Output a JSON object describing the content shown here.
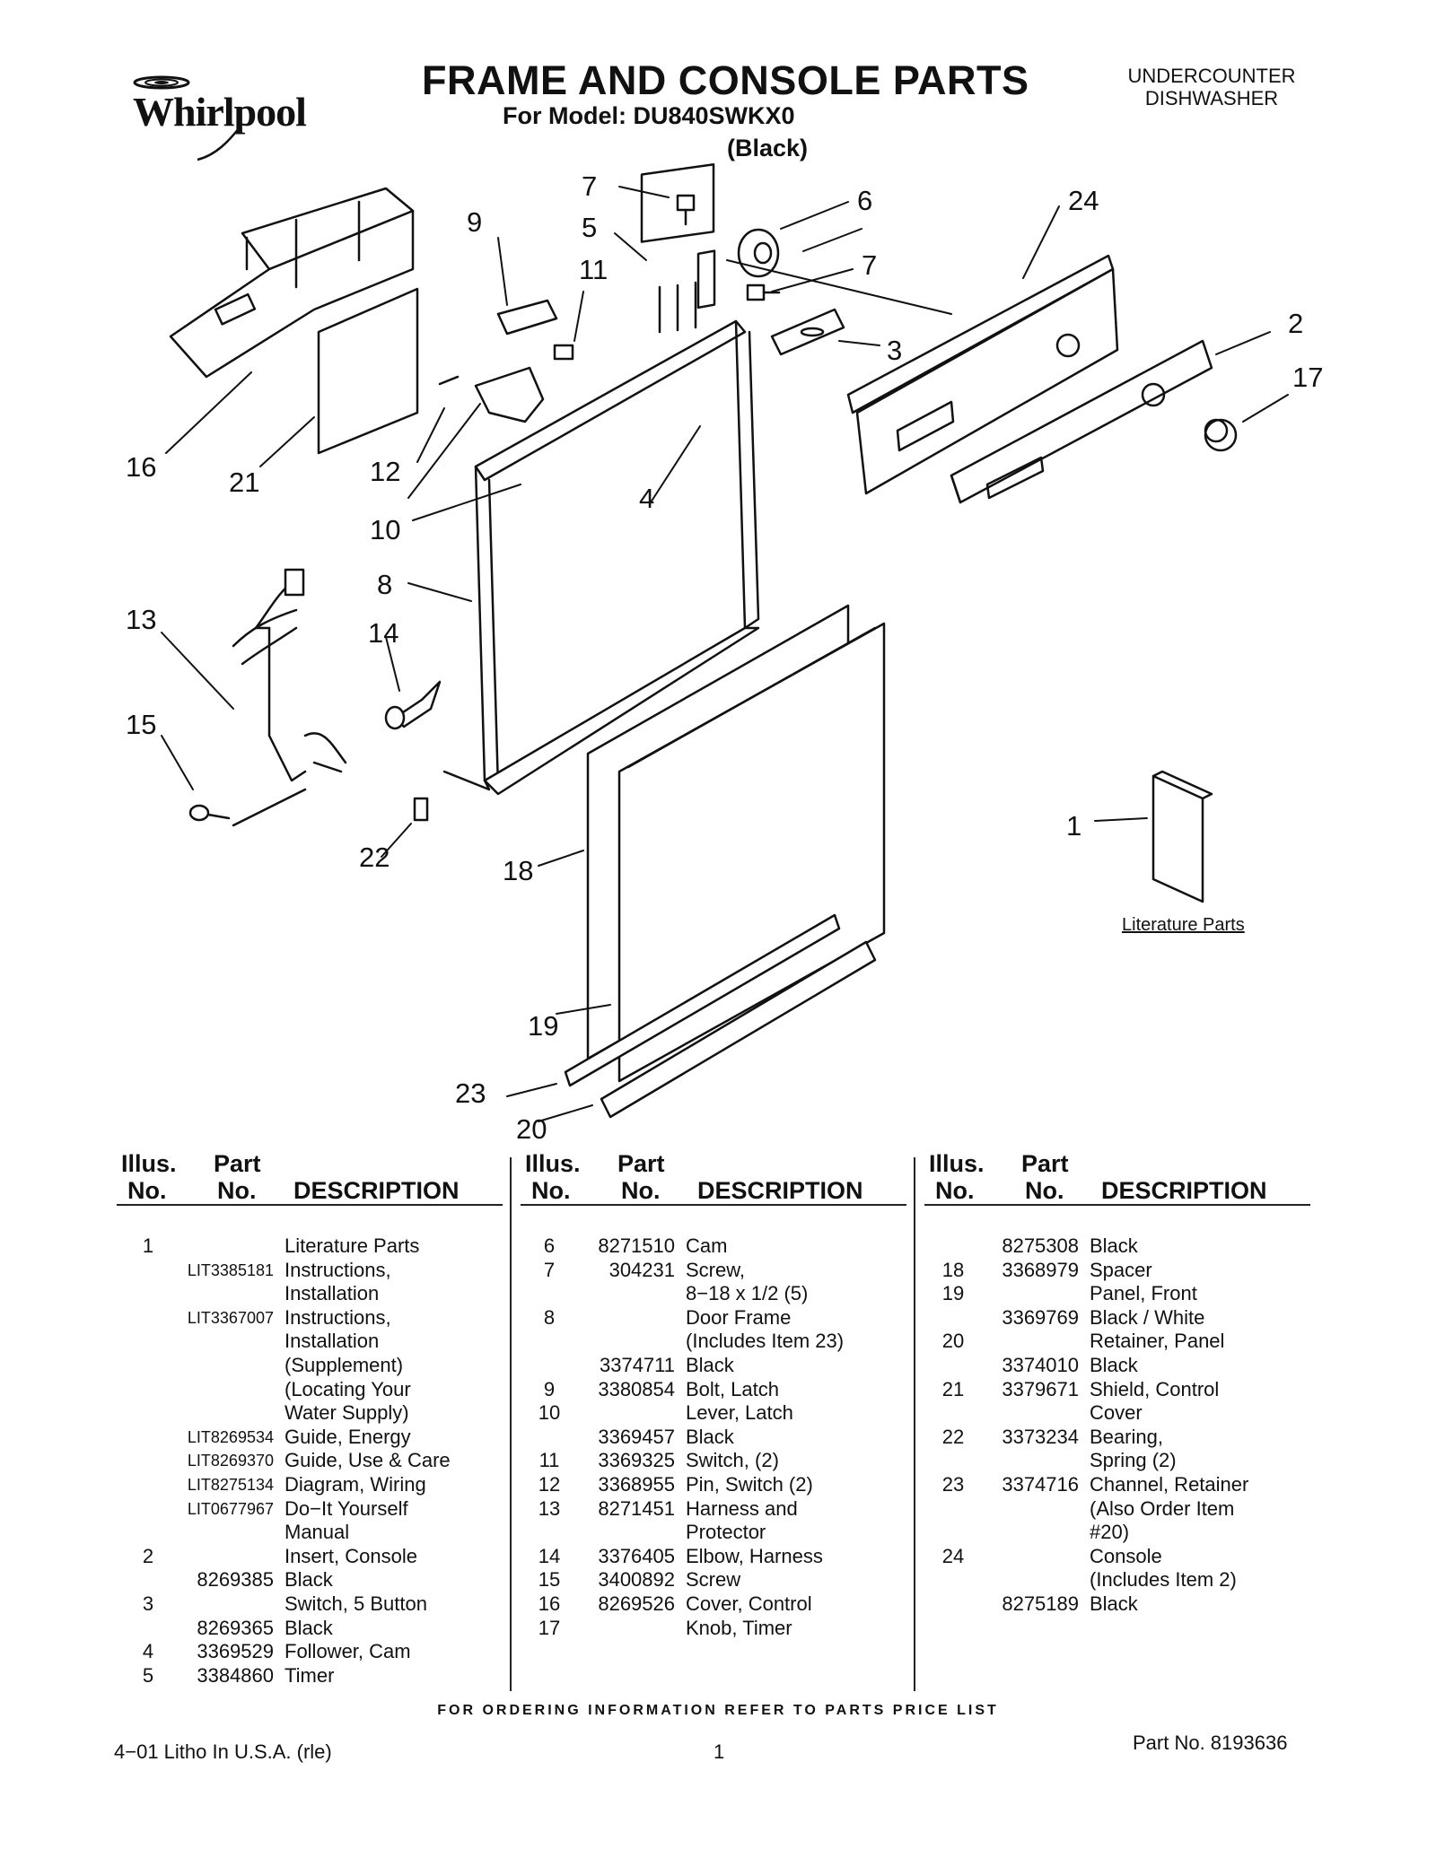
{
  "header": {
    "brand": "Whirlpool",
    "title": "FRAME AND CONSOLE PARTS",
    "model_line": "For Model: DU840SWKX0",
    "color_line": "(Black)",
    "category_line1": "UNDERCOUNTER",
    "category_line2": "DISHWASHER"
  },
  "diagram": {
    "callouts": [
      "7",
      "6",
      "24",
      "9",
      "5",
      "11",
      "7",
      "2",
      "17",
      "3",
      "16",
      "21",
      "12",
      "10",
      "4",
      "8",
      "13",
      "14",
      "15",
      "22",
      "18",
      "1",
      "19",
      "23",
      "20"
    ],
    "literature_label": "Literature Parts"
  },
  "table": {
    "headers": {
      "illus": "Illus.",
      "no": "No.",
      "part": "Part",
      "part_no": "No.",
      "description": "DESCRIPTION"
    },
    "columns": [
      [
        {
          "illus": "1",
          "part": "",
          "desc": "Literature Parts"
        },
        {
          "illus": "",
          "part": "LIT3385181",
          "desc": "Instructions,"
        },
        {
          "illus": "",
          "part": "",
          "desc": "Installation"
        },
        {
          "illus": "",
          "part": "LIT3367007",
          "desc": "Instructions,"
        },
        {
          "illus": "",
          "part": "",
          "desc": "Installation"
        },
        {
          "illus": "",
          "part": "",
          "desc": "(Supplement)"
        },
        {
          "illus": "",
          "part": "",
          "desc": "(Locating Your"
        },
        {
          "illus": "",
          "part": "",
          "desc": "Water Supply)"
        },
        {
          "illus": "",
          "part": "LIT8269534",
          "desc": "Guide, Energy"
        },
        {
          "illus": "",
          "part": "LIT8269370",
          "desc": "Guide, Use & Care"
        },
        {
          "illus": "",
          "part": "LIT8275134",
          "desc": "Diagram, Wiring"
        },
        {
          "illus": "",
          "part": "LIT0677967",
          "desc": "Do−It Yourself"
        },
        {
          "illus": "",
          "part": "",
          "desc": "Manual"
        },
        {
          "illus": "2",
          "part": "",
          "desc": "Insert, Console"
        },
        {
          "illus": "",
          "part": "8269385",
          "desc": "Black"
        },
        {
          "illus": "3",
          "part": "",
          "desc": "Switch, 5 Button"
        },
        {
          "illus": "",
          "part": "8269365",
          "desc": "Black"
        },
        {
          "illus": "4",
          "part": "3369529",
          "desc": "Follower, Cam"
        },
        {
          "illus": "5",
          "part": "3384860",
          "desc": "Timer"
        }
      ],
      [
        {
          "illus": "6",
          "part": "8271510",
          "desc": "Cam"
        },
        {
          "illus": "7",
          "part": "304231",
          "desc": "Screw,"
        },
        {
          "illus": "",
          "part": "",
          "desc": "8−18 x 1/2 (5)"
        },
        {
          "illus": "8",
          "part": "",
          "desc": "Door Frame"
        },
        {
          "illus": "",
          "part": "",
          "desc": "(Includes Item 23)"
        },
        {
          "illus": "",
          "part": "3374711",
          "desc": "Black"
        },
        {
          "illus": "9",
          "part": "3380854",
          "desc": "Bolt, Latch"
        },
        {
          "illus": "10",
          "part": "",
          "desc": "Lever, Latch"
        },
        {
          "illus": "",
          "part": "3369457",
          "desc": "Black"
        },
        {
          "illus": "11",
          "part": "3369325",
          "desc": "Switch, (2)"
        },
        {
          "illus": "12",
          "part": "3368955",
          "desc": "Pin, Switch (2)"
        },
        {
          "illus": "13",
          "part": "8271451",
          "desc": "Harness and"
        },
        {
          "illus": "",
          "part": "",
          "desc": "Protector"
        },
        {
          "illus": "14",
          "part": "3376405",
          "desc": "Elbow, Harness"
        },
        {
          "illus": "15",
          "part": "3400892",
          "desc": "Screw"
        },
        {
          "illus": "16",
          "part": "8269526",
          "desc": "Cover, Control"
        },
        {
          "illus": "17",
          "part": "",
          "desc": "Knob, Timer"
        }
      ],
      [
        {
          "illus": "",
          "part": "8275308",
          "desc": "Black"
        },
        {
          "illus": "18",
          "part": "3368979",
          "desc": "Spacer"
        },
        {
          "illus": "19",
          "part": "",
          "desc": "Panel, Front"
        },
        {
          "illus": "",
          "part": "3369769",
          "desc": "Black / White"
        },
        {
          "illus": "20",
          "part": "",
          "desc": "Retainer, Panel"
        },
        {
          "illus": "",
          "part": "3374010",
          "desc": "Black"
        },
        {
          "illus": "21",
          "part": "3379671",
          "desc": "Shield, Control"
        },
        {
          "illus": "",
          "part": "",
          "desc": "Cover"
        },
        {
          "illus": "22",
          "part": "3373234",
          "desc": "Bearing,"
        },
        {
          "illus": "",
          "part": "",
          "desc": "Spring (2)"
        },
        {
          "illus": "23",
          "part": "3374716",
          "desc": "Channel, Retainer"
        },
        {
          "illus": "",
          "part": "",
          "desc": "(Also Order Item"
        },
        {
          "illus": "",
          "part": "",
          "desc": "#20)"
        },
        {
          "illus": "24",
          "part": "",
          "desc": "Console"
        },
        {
          "illus": "",
          "part": "",
          "desc": "(Includes Item 2)"
        },
        {
          "illus": "",
          "part": "8275189",
          "desc": "Black"
        }
      ]
    ]
  },
  "footer": {
    "order_note": "FOR ORDERING INFORMATION REFER TO PARTS PRICE LIST",
    "litho": "4−01 Litho In U.S.A. (rle)",
    "page": "1",
    "part_no": "Part No. 8193636"
  }
}
